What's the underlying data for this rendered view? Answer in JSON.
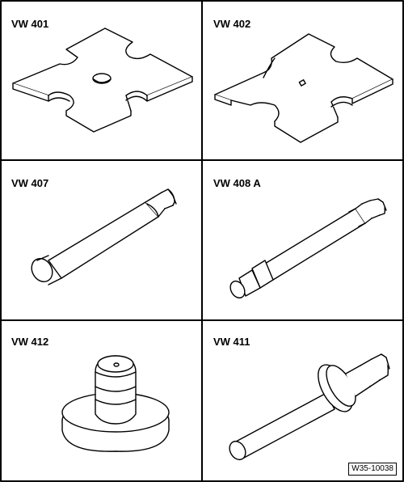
{
  "tools": [
    {
      "id": "vw401",
      "label": "VW 401"
    },
    {
      "id": "vw402",
      "label": "VW 402"
    },
    {
      "id": "vw407",
      "label": "VW 407"
    },
    {
      "id": "vw408a",
      "label": "VW 408 A"
    },
    {
      "id": "vw412",
      "label": "VW 412"
    },
    {
      "id": "vw411",
      "label": "VW 411"
    }
  ],
  "figure_ref": "W35-10038"
}
